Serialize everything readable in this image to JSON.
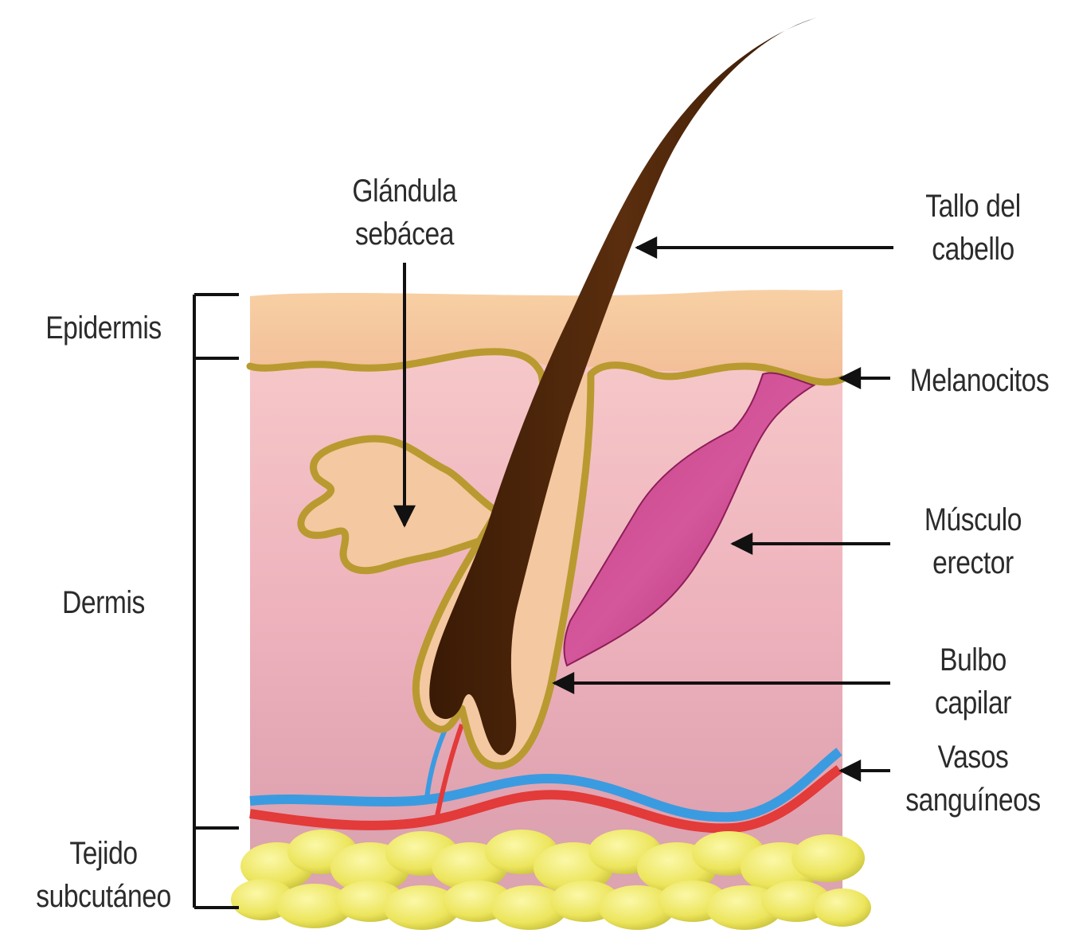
{
  "labels": {
    "epidermis": "Epidermis",
    "dermis": "Dermis",
    "subcutaneo": [
      "Tejido",
      "subcutáneo"
    ],
    "glandula": [
      "Glándula",
      "sebácea"
    ],
    "tallo": [
      "Tallo del",
      "cabello"
    ],
    "melanocitos": "Melanocitos",
    "musculo": [
      "Músculo",
      "erector"
    ],
    "bulbo": [
      "Bulbo",
      "capilar"
    ],
    "vasos": [
      "Vasos",
      "sanguíneos"
    ]
  },
  "colors": {
    "epidermis": "#f6c99e",
    "dermis": "#eeb2bb",
    "hair": "#4a2308",
    "outline": "#b99a30",
    "sebaceous": "#f4c8a0",
    "muscle": "#b52d74",
    "vein": "#3b9be0",
    "artery": "#e33a3a",
    "fat": "#f1ec6a",
    "text": "#2b2b2b"
  }
}
